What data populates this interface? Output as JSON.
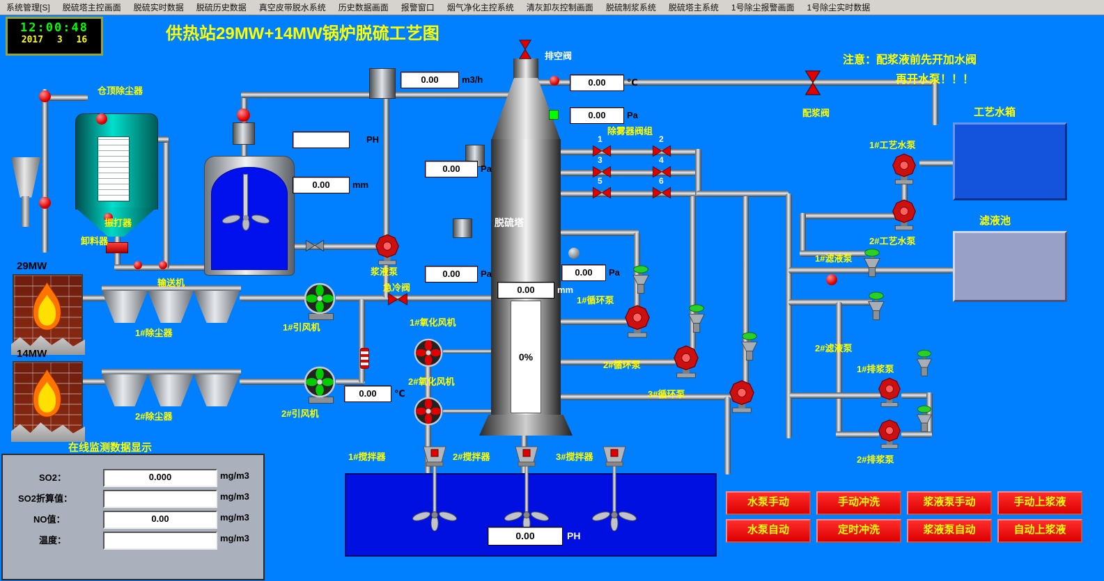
{
  "menu": {
    "items": [
      "系统管理[S]",
      "脱硫塔主控画面",
      "脱硫实时数据",
      "脱硫历史数据",
      "真空皮带脱水系统",
      "历史数据画面",
      "报警窗口",
      "烟气净化主控系统",
      "清灰卸灰控制画面",
      "脱硫制浆系统",
      "脱硫塔主系统",
      "1号除尘报警画面",
      "1号除尘实时数据"
    ]
  },
  "clock": {
    "time": "12:00:48",
    "date": "2017 3 16"
  },
  "header": {
    "title": "供热站29MW+14MW锅炉脱硫工艺图",
    "notice_line1": "注意：配浆液前先开加水阀",
    "notice_line2": "再开水泵！！！"
  },
  "equipment": {
    "silo_dust_collector": "仓顶除尘器",
    "vibrator": "振打器",
    "discharger": "卸料器",
    "conveyor": "输送机",
    "boiler1": "29MW",
    "boiler2": "14MW",
    "dust_collector1": "1#除尘器",
    "dust_collector2": "2#除尘器",
    "id_fan1": "1#引风机",
    "id_fan2": "2#引风机",
    "slurry_pump": "浆液泵",
    "quench_valve": "急冷阀",
    "tower": "脱硫塔",
    "vent_valve": "排空阀",
    "demister_group": "除雾器阀组",
    "demister_valve_numbers": [
      "1",
      "2",
      "3",
      "4",
      "5",
      "6"
    ],
    "oxidation_fan1": "1#氧化风机",
    "oxidation_fan2": "2#氧化风机",
    "circ_pump1": "1#循环泵",
    "circ_pump2": "2#循环泵",
    "circ_pump3": "3#循环泵",
    "slurry_mix_valve": "配浆阀",
    "process_water_pump1": "1#工艺水泵",
    "process_water_pump2": "2#工艺水泵",
    "process_water_tank": "工艺水箱",
    "filtrate_pool": "滤液池",
    "filtrate_pump1": "1#滤液泵",
    "filtrate_pump2": "2#滤液泵",
    "drain_pump1": "1#排浆泵",
    "drain_pump2": "2#排浆泵",
    "agitator1": "1#搅拌器",
    "agitator2": "2#搅拌器",
    "agitator3": "3#搅拌器"
  },
  "readings": {
    "flue_flow": {
      "value": "0.00",
      "unit": "m3/h"
    },
    "top_temp": {
      "value": "0.00",
      "unit": "℃"
    },
    "top_pressure": {
      "value": "0.00",
      "unit": "Pa"
    },
    "tank_ph": {
      "value": "",
      "unit": "PH"
    },
    "left_pressure": {
      "value": "0.00",
      "unit": "Pa"
    },
    "tank_level": {
      "value": "0.00",
      "unit": "mm"
    },
    "mid_pressure": {
      "value": "0.00",
      "unit": "Pa"
    },
    "tower_pressure": {
      "value": "0.00",
      "unit": "Pa"
    },
    "tower_level": {
      "value": "0.00",
      "unit": "mm"
    },
    "tower_percent": "0%",
    "outlet_temp": {
      "value": "0.00",
      "unit": "℃"
    },
    "pool_ph": {
      "value": "0.00",
      "unit": "PH"
    }
  },
  "monitor": {
    "title": "在线监测数据显示",
    "rows": [
      {
        "label": "SO2：",
        "value": "0.000",
        "unit": "mg/m3"
      },
      {
        "label": "SO2折算值：",
        "value": "",
        "unit": "mg/m3"
      },
      {
        "label": "NO值：",
        "value": "0.00",
        "unit": "mg/m3"
      },
      {
        "label": "温度：",
        "value": "",
        "unit": "mg/m3"
      }
    ]
  },
  "buttons": {
    "row1": [
      "水泵手动",
      "手动冲洗",
      "浆液泵手动",
      "手动上浆液"
    ],
    "row2": [
      "水泵自动",
      "定时冲洗",
      "浆液泵自动",
      "自动上浆液"
    ]
  },
  "colors": {
    "background": "#0080FF",
    "alarm_button": "#FF0000",
    "label": "#FFFF00"
  }
}
